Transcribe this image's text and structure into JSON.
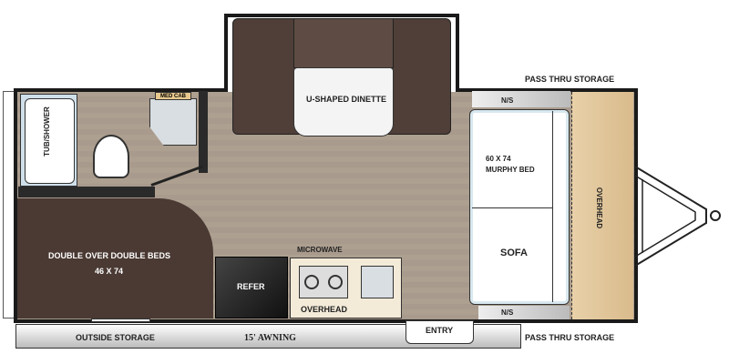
{
  "labels": {
    "dinette": "U-SHAPED DINETTE",
    "med_cab": "MED CAB",
    "tub_shower": "TUB/SHOWER",
    "beds": "DOUBLE OVER DOUBLE BEDS",
    "beds_size": "46 X 74",
    "microwave": "MICROWAVE",
    "refer": "REFER",
    "overhead_kitchen": "OVERHEAD",
    "murphy_size": "60 X 74",
    "murphy": "MURPHY BED",
    "sofa": "SOFA",
    "overhead_front": "OVERHEAD",
    "ns_top": "N/S",
    "ns_bottom": "N/S",
    "pass_thru_top": "PASS THRU STORAGE",
    "pass_thru_bottom": "PASS THRU STORAGE",
    "outside_storage": "OUTSIDE STORAGE",
    "awning": "15' AWNING",
    "entry": "ENTRY"
  },
  "colors": {
    "wall": "#1a1a1a",
    "floor": "#a89a8c",
    "bed": "#4a3a33",
    "dinette": "#4f3f38",
    "wood": "#e2c9a0"
  }
}
